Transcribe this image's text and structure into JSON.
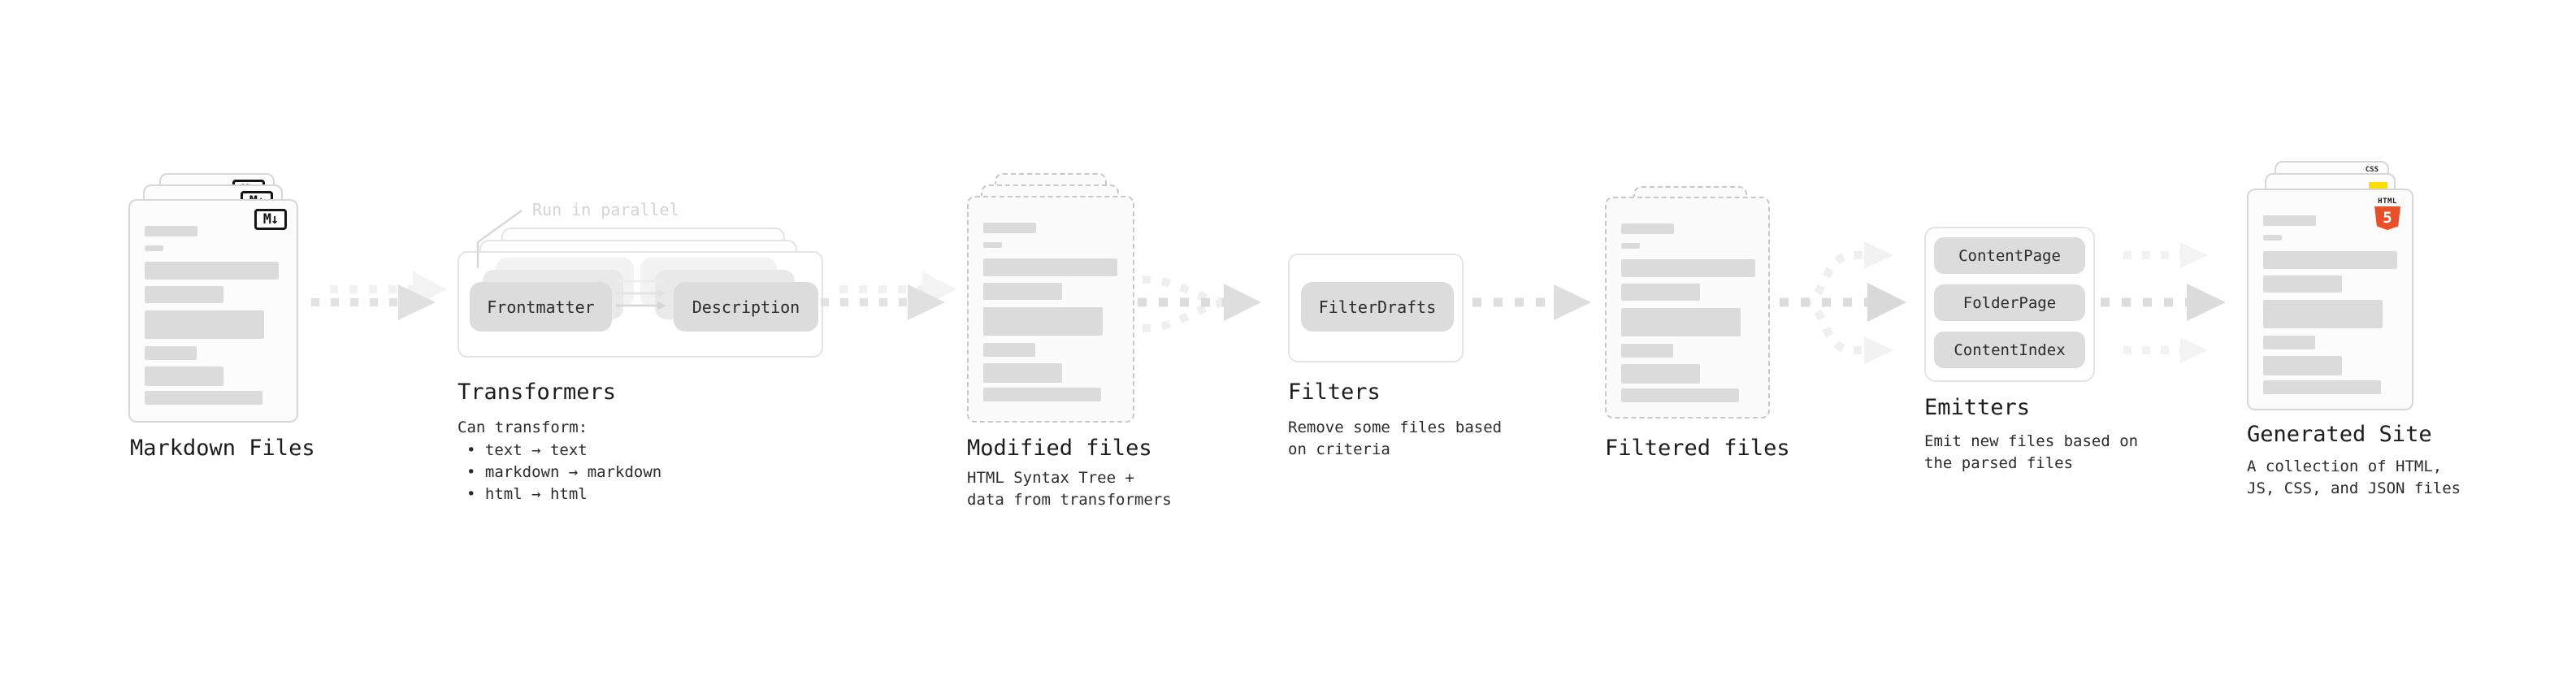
{
  "markdown": {
    "title": "Markdown Files",
    "badge": "M↓"
  },
  "transformers": {
    "title": "Transformers",
    "parallel_note": "Run in parallel",
    "box_frontmatter": "Frontmatter",
    "box_description": "Description",
    "desc_heading": "Can transform:",
    "bullet1": "• text → text",
    "bullet2": "• markdown → markdown",
    "bullet3": "• html → html"
  },
  "modified": {
    "title": "Modified files",
    "subtitle1": "HTML Syntax Tree +",
    "subtitle2": "data from transformers"
  },
  "filters": {
    "title": "Filters",
    "box_filterdrafts": "FilterDrafts",
    "subtitle1": "Remove some files based",
    "subtitle2": "on criteria"
  },
  "filtered": {
    "title": "Filtered files"
  },
  "emitters": {
    "title": "Emitters",
    "box_contentpage": "ContentPage",
    "box_folderpage": "FolderPage",
    "box_contentindex": "ContentIndex",
    "subtitle1": "Emit new files based on",
    "subtitle2": "the parsed files"
  },
  "generated": {
    "title": "Generated Site",
    "subtitle1": "A collection of HTML,",
    "subtitle2": "JS, CSS, and JSON files",
    "badge_css": "CSS",
    "badge_html_word": "HTML",
    "badge_html_number": "5"
  },
  "colors": {
    "html5_orange": "#e8502a",
    "js_yellow": "#ffdd00",
    "css_blue": "#2d53e5",
    "arrow_gray": "#e0e0e0",
    "box_gray": "#dcdcdc"
  }
}
